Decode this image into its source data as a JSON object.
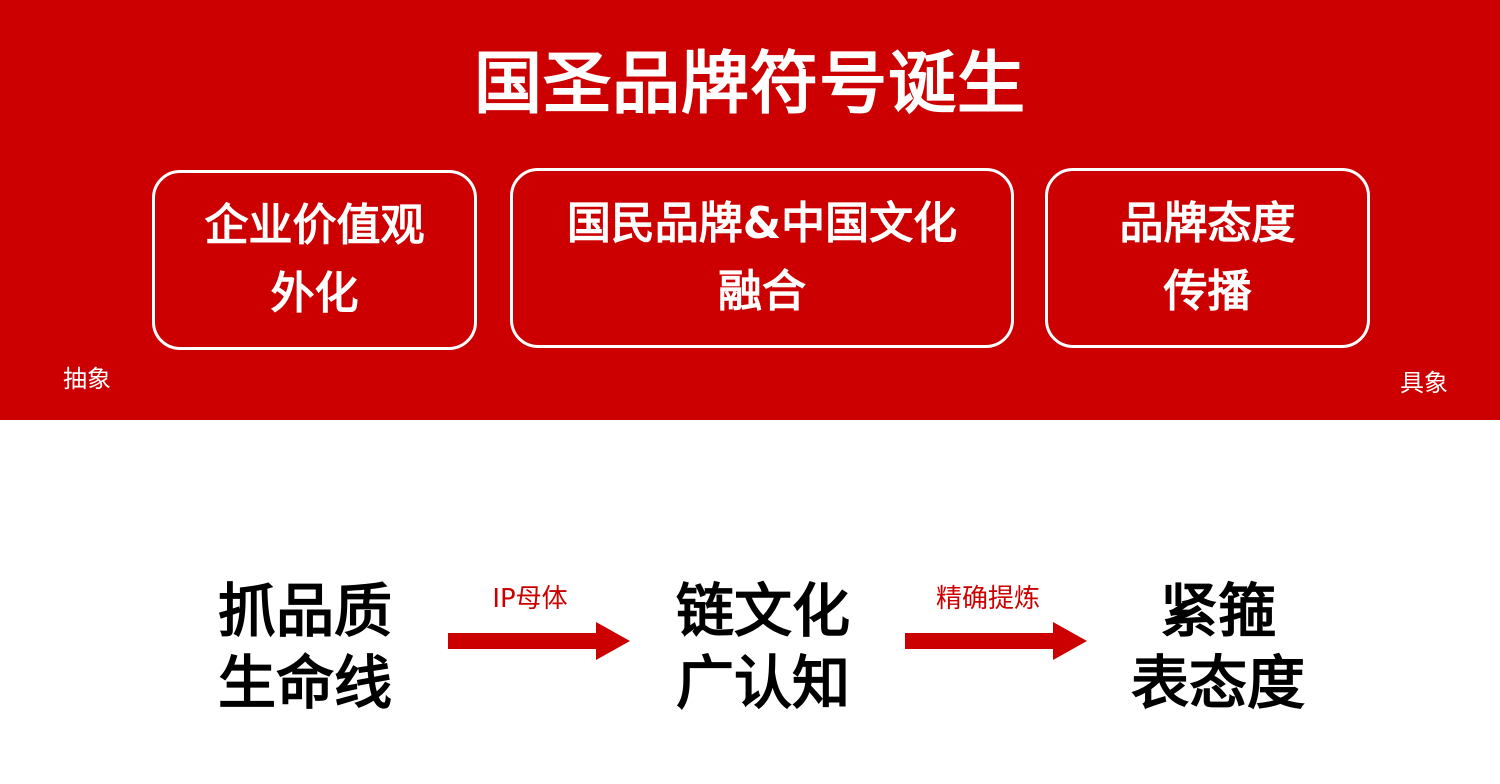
{
  "header": {
    "title": "国圣品牌符号诞生"
  },
  "boxes": [
    {
      "line1": "企业价值观",
      "line2": "外化"
    },
    {
      "line1": "国民品牌&中国文化",
      "line2": "融合"
    },
    {
      "line1": "品牌态度",
      "line2": "传播"
    }
  ],
  "axis": {
    "left": "抽象",
    "right": "具象"
  },
  "flow": {
    "steps": [
      {
        "line1": "抓品质",
        "line2": "生命线"
      },
      {
        "line1": "链文化",
        "line2": "广认知"
      },
      {
        "line1": "紧箍",
        "line2": "表态度"
      }
    ],
    "arrows": [
      {
        "label": "IP母体"
      },
      {
        "label": "精确提炼"
      }
    ]
  },
  "colors": {
    "brand_red": "#cc0000",
    "text_dark": "#000000",
    "text_light": "#ffffff"
  }
}
